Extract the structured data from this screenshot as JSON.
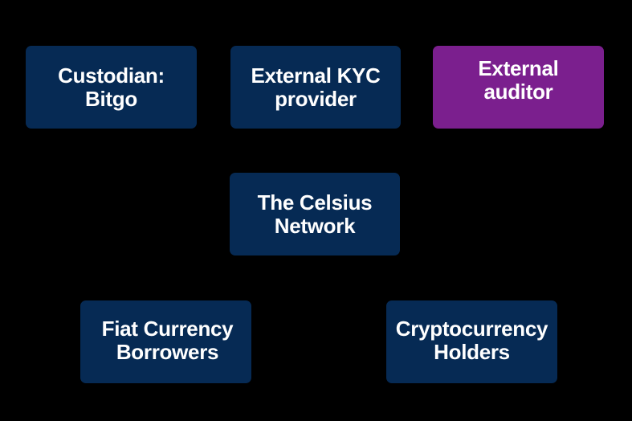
{
  "colors": {
    "background": "#000000",
    "node_default": "#062a54",
    "node_highlight": "#7b1f8e",
    "text": "#ffffff"
  },
  "nodes": [
    {
      "id": "custodian",
      "label": "Custodian:\nBitgo",
      "color": "#062a54"
    },
    {
      "id": "kyc",
      "label": "External KYC\nprovider",
      "color": "#062a54"
    },
    {
      "id": "auditor",
      "label": "External\nauditor",
      "color": "#7b1f8e"
    },
    {
      "id": "celsius",
      "label": "The Celsius\nNetwork",
      "color": "#062a54"
    },
    {
      "id": "fiat",
      "label": "Fiat Currency\nBorrowers",
      "color": "#062a54"
    },
    {
      "id": "crypto",
      "label": "Cryptocurrency\nHolders",
      "color": "#062a54"
    }
  ]
}
